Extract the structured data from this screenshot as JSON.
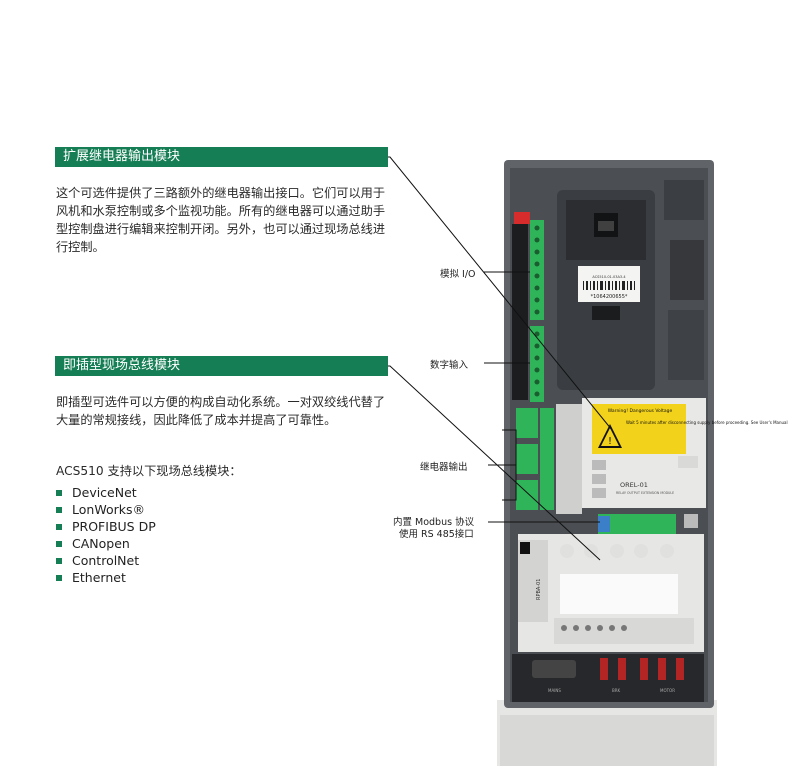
{
  "section1": {
    "title": "扩展继电器输出模块",
    "paragraph": "这个可选件提供了三路额外的继电器输出接口。它们可以用于风机和水泵控制或多个监视功能。所有的继电器可以通过助手型控制盘进行编辑来控制开闭。另外，也可以通过现场总线进行控制。"
  },
  "section2": {
    "title": "即插型现场总线模块",
    "paragraph": "即插型可选件可以方便的构成自动化系统。一对双绞线代替了大量的常规接线，因此降低了成本并提高了可靠性。",
    "list_intro": "ACS510 支持以下现场总线模块：",
    "items": [
      "DeviceNet",
      "LonWorks®",
      "PROFIBUS DP",
      "CANopen",
      "ControlNet",
      "Ethernet"
    ]
  },
  "callouts": {
    "analog_io": "模拟 I/O",
    "digital_input": "数字输入",
    "relay_output": "继电器输出",
    "modbus_line1": "内置 Modbus 协议",
    "modbus_line2": "使用 RS 485接口"
  },
  "device": {
    "barcode_text": "*1064200655*",
    "barcode_small": "ACS510-01-03A3-4",
    "warning_title": "Warning! Dangerous Voltage",
    "warning_text": "Wait 5 minutes after disconnecting supply before proceeding. See User's Manual",
    "orel_label": "OREL-01",
    "orel_sub": "RELAY OUTPUT EXTENSION MODULE",
    "rpba_label": "RPBA-01",
    "bottom_labels": [
      "MAINS",
      "BRK",
      "MOTOR"
    ]
  },
  "colors": {
    "accent": "#167e55",
    "warning": "#f2d21b",
    "terminal": "#2fb45a"
  }
}
